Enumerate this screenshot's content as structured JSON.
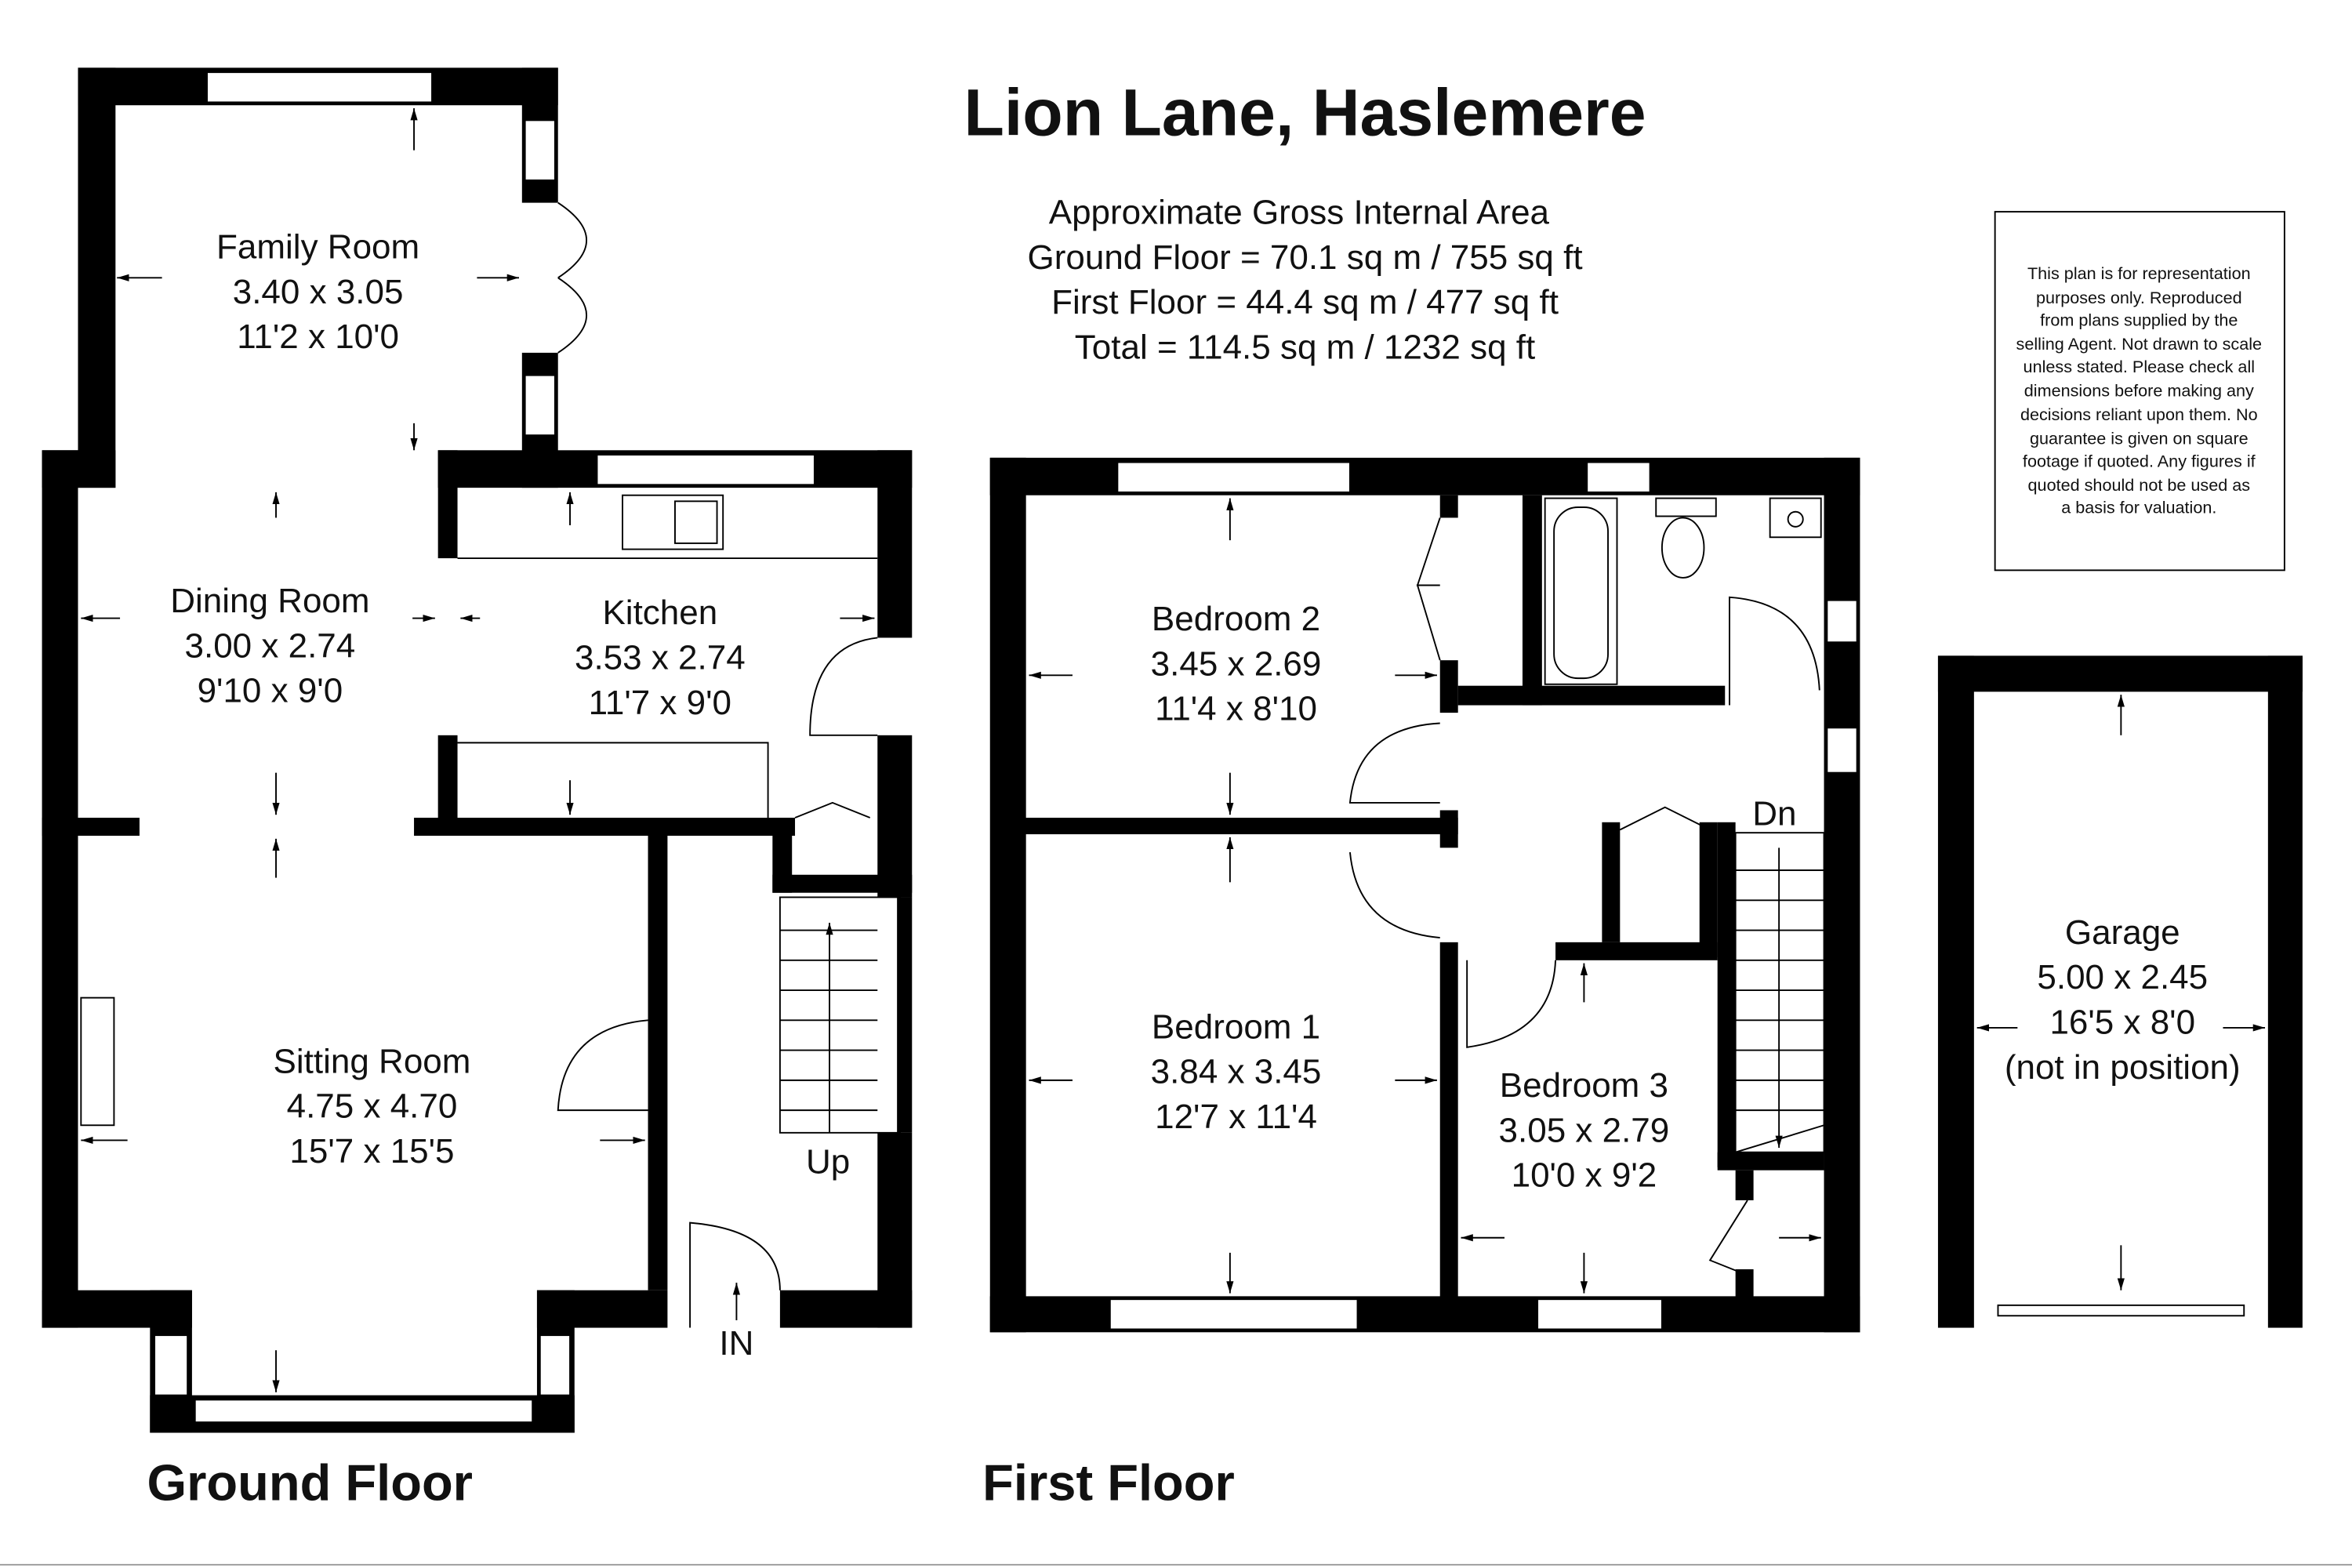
{
  "title": "Lion Lane, Haslemere",
  "area": {
    "heading": "Approximate Gross Internal Area",
    "ground": "Ground Floor = 70.1 sq m / 755 sq ft",
    "first": "First Floor = 44.4 sq m / 477 sq ft",
    "total": "Total = 114.5 sq m / 1232 sq ft"
  },
  "disclaimer": [
    "This plan is for representation",
    "purposes only. Reproduced",
    "from plans supplied by the",
    "selling Agent. Not drawn to scale",
    "unless stated. Please check all",
    "dimensions before making any",
    "decisions reliant upon them. No",
    "guarantee is given on square",
    "footage if quoted. Any figures if",
    "quoted should not be used as",
    "a basis for valuation."
  ],
  "ground_floor": {
    "label": "Ground Floor",
    "rooms": [
      {
        "name": "Family Room",
        "metric": "3.40 x 3.05",
        "imperial": "11'2 x 10'0"
      },
      {
        "name": "Dining Room",
        "metric": "3.00 x 2.74",
        "imperial": "9'10 x 9'0"
      },
      {
        "name": "Kitchen",
        "metric": "3.53 x 2.74",
        "imperial": "11'7 x 9'0"
      },
      {
        "name": "Sitting Room",
        "metric": "4.75 x 4.70",
        "imperial": "15'7 x 15'5"
      }
    ],
    "stairs_label": "Up",
    "entrance_label": "IN"
  },
  "first_floor": {
    "label": "First Floor",
    "rooms": [
      {
        "name": "Bedroom 2",
        "metric": "3.45 x 2.69",
        "imperial": "11'4 x 8'10"
      },
      {
        "name": "Bedroom 1",
        "metric": "3.84 x 3.45",
        "imperial": "12'7 x 11'4"
      },
      {
        "name": "Bedroom 3",
        "metric": "3.05 x 2.79",
        "imperial": "10'0 x 9'2"
      }
    ],
    "stairs_label": "Dn"
  },
  "garage": {
    "name": "Garage",
    "metric": "5.00 x 2.45",
    "imperial": "16'5 x 8'0",
    "note": "(not in position)"
  }
}
